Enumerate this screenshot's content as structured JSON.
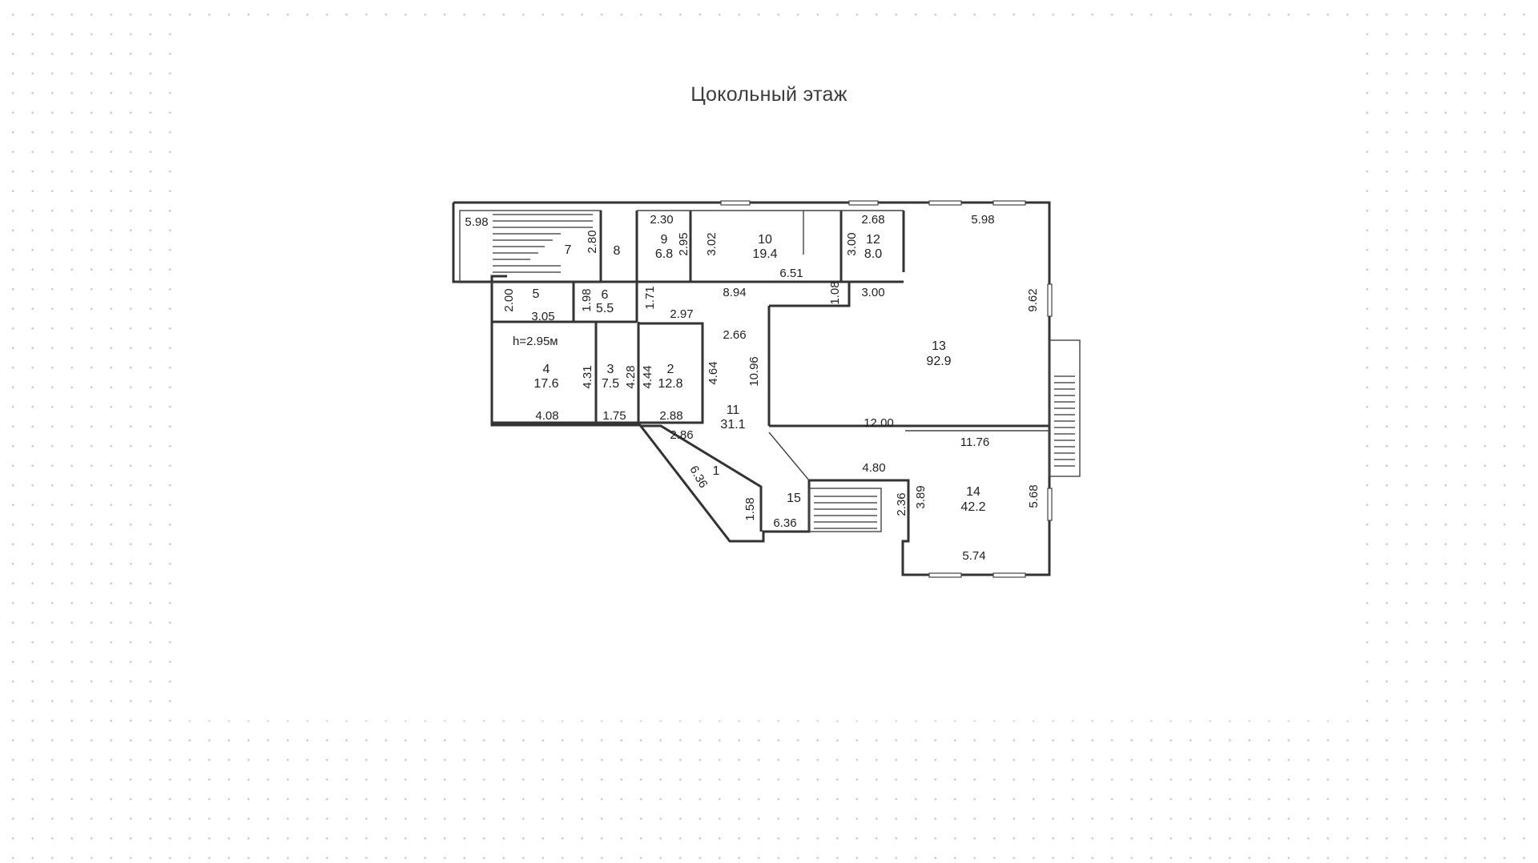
{
  "title": "Цокольный этаж",
  "rooms": [
    {
      "num": "1",
      "area": ""
    },
    {
      "num": "2",
      "area": "12.8"
    },
    {
      "num": "3",
      "area": "7.5"
    },
    {
      "num": "4",
      "area": "17.6"
    },
    {
      "num": "5",
      "area": ""
    },
    {
      "num": "6",
      "area": "5.5"
    },
    {
      "num": "7",
      "area": ""
    },
    {
      "num": "8",
      "area": ""
    },
    {
      "num": "9",
      "area": "6.8"
    },
    {
      "num": "10",
      "area": "19.4"
    },
    {
      "num": "11",
      "area": "31.1"
    },
    {
      "num": "12",
      "area": "8.0"
    },
    {
      "num": "13",
      "area": "92.9"
    },
    {
      "num": "14",
      "area": "42.2"
    },
    {
      "num": "15",
      "area": ""
    }
  ],
  "height_note": "h=2.95м",
  "dimensions": [
    "5.98",
    "2.80",
    "2.30",
    "2.95",
    "3.02",
    "6.51",
    "2.68",
    "3.00",
    "5.98",
    "9.62",
    "2.00",
    "3.05",
    "1.98",
    "1.71",
    "8.94",
    "1.08",
    "3.00",
    "2.97",
    "2.66",
    "4.31",
    "4.28",
    "4.44",
    "4.64",
    "10.96",
    "4.08",
    "1.75",
    "2.88",
    "2.86",
    "12.00",
    "11.76",
    "6.36",
    "4.80",
    "1.58",
    "6.36",
    "2.36",
    "3.89",
    "5.68",
    "5.74"
  ]
}
